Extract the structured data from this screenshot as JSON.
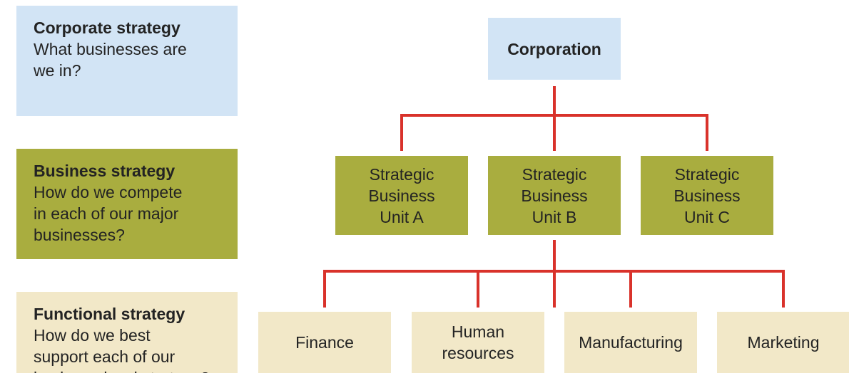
{
  "levels": {
    "corporate": {
      "title": "Corporate strategy",
      "question": "What businesses are\nwe in?"
    },
    "business": {
      "title": "Business strategy",
      "question": "How do we compete\nin each of our major\nbusinesses?"
    },
    "functional": {
      "title": "Functional strategy",
      "question": "How do we best\nsupport each of our\nbusiness-level strategy?"
    }
  },
  "hierarchy": {
    "corporation": "Corporation",
    "business_units": [
      "Strategic\nBusiness\nUnit A",
      "Strategic\nBusiness\nUnit B",
      "Strategic\nBusiness\nUnit C"
    ],
    "functions": [
      "Finance",
      "Human\nresources",
      "Manufacturing",
      "Marketing"
    ]
  },
  "colors": {
    "corporate_fill": "#d2e4f5",
    "business_fill": "#a9ad3f",
    "functional_fill": "#f2e8c8",
    "connector": "#d9322b",
    "text": "#232323"
  }
}
